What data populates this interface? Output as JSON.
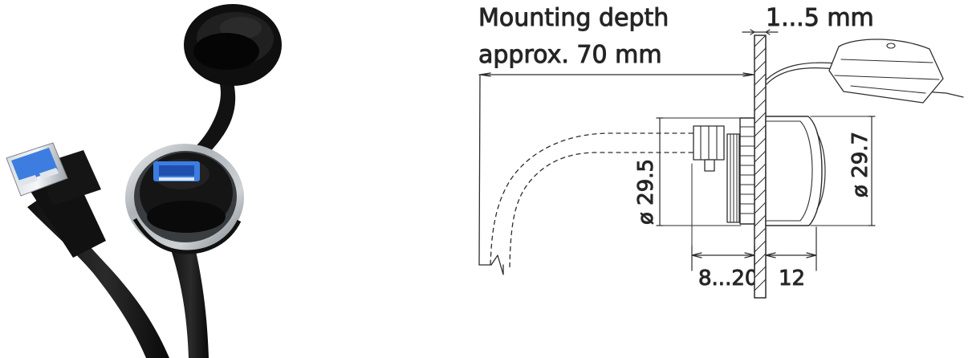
{
  "diagram": {
    "mounting_depth_line1": "Mounting depth",
    "mounting_depth_line2": "approx. 70 mm",
    "panel_thickness": "1...5 mm",
    "inner_diameter": "ø 29.5",
    "outer_diameter": "ø 29.7",
    "rear_depth": "8...20",
    "front_depth": "12"
  },
  "colors": {
    "cable": "#161616",
    "bezel": "#bfc3c7",
    "usb_blue": "#3d7de0",
    "line": "#2d2d2d"
  },
  "icons": {
    "left_connector": "usb-a-plug",
    "socket": "usb-a-panel-socket"
  }
}
